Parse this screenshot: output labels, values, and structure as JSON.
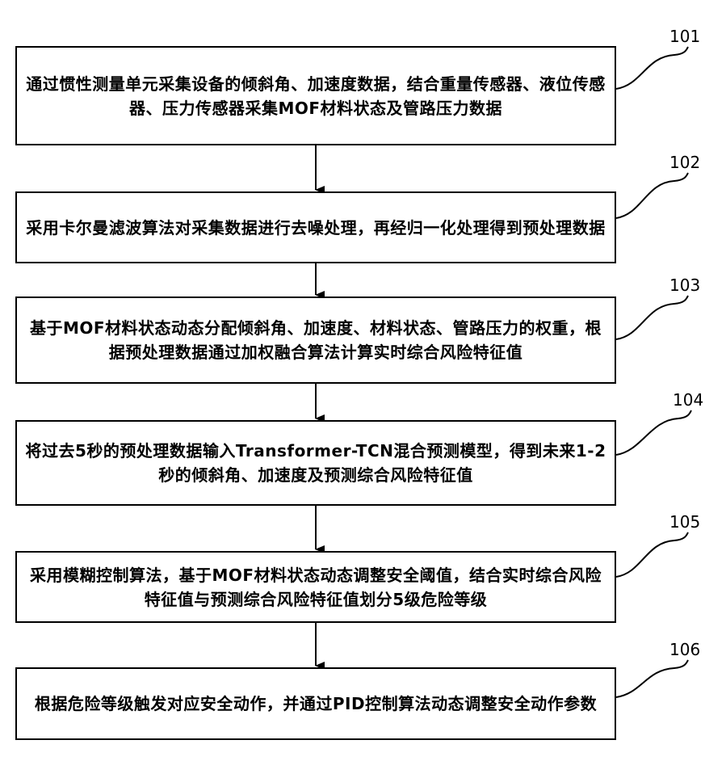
{
  "steps": [
    {
      "id": "101",
      "text": "通过惯性测量单元采集设备的倾斜角、加速度数据，结合重量传感器、液位传感器、压力传感器采集MOF材料状态及管路压力数据"
    },
    {
      "id": "102",
      "text": "采用卡尔曼滤波算法对采集数据进行去噪处理，再经归一化处理得到预处理数据"
    },
    {
      "id": "103",
      "text": "基于MOF材料状态动态分配倾斜角、加速度、材料状态、管路压力的权重，根据预处理数据通过加权融合算法计算实时综合风险特征值"
    },
    {
      "id": "104",
      "text": "将过去5秒的预处理数据输入Transformer-TCN混合预测模型，得到未来1-2秒的倾斜角、加速度及预测综合风险特征值"
    },
    {
      "id": "105",
      "text": "采用模糊控制算法，基于MOF材料状态动态调整安全阈值，结合实时综合风险特征值与预测综合风险特征值划分5级危险等级"
    },
    {
      "id": "106",
      "text": "根据危险等级触发对应安全动作，并通过PID控制算法动态调整安全动作参数"
    }
  ]
}
